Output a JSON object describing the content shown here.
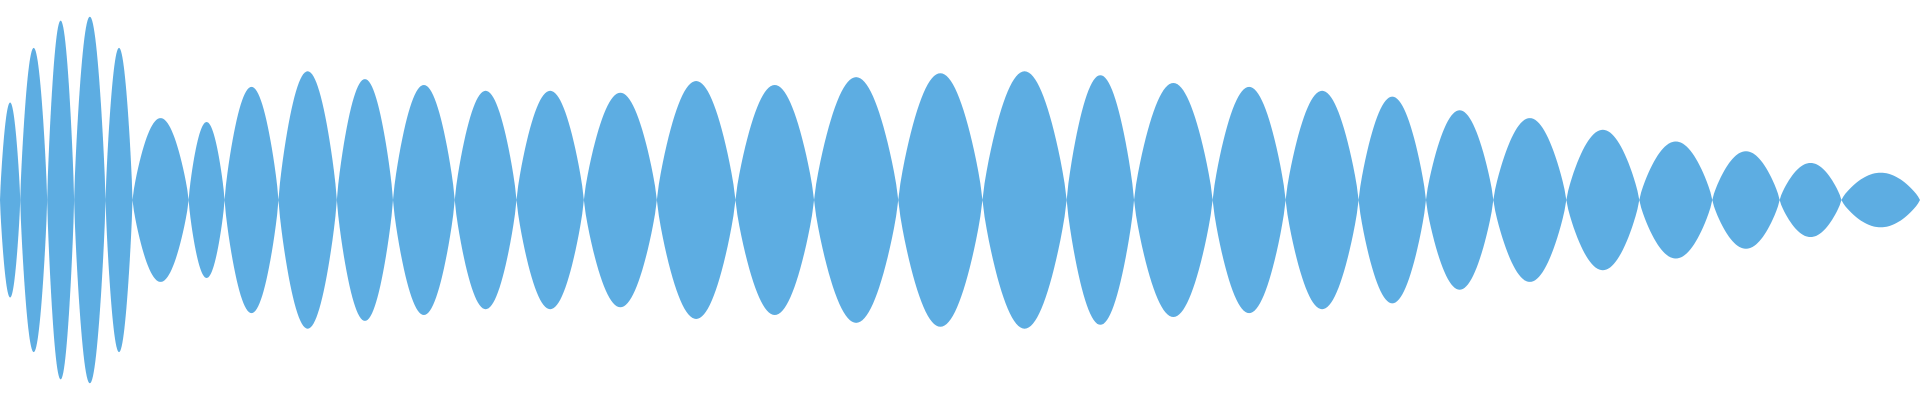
{
  "waveform": {
    "color": "#5dade2",
    "background": "#ffffff",
    "description_type": "mirrored-amplitude-envelope",
    "lobes": [
      {
        "amp": 0.5
      },
      {
        "amp": 0.78
      },
      {
        "amp": 0.92
      },
      {
        "amp": 0.94
      },
      {
        "amp": 0.78
      },
      {
        "amp": 0.42
      },
      {
        "amp": 0.4
      },
      {
        "amp": 0.58
      },
      {
        "amp": 0.66
      },
      {
        "amp": 0.62
      },
      {
        "amp": 0.59
      },
      {
        "amp": 0.56
      },
      {
        "amp": 0.56
      },
      {
        "amp": 0.55
      },
      {
        "amp": 0.61
      },
      {
        "amp": 0.59
      },
      {
        "amp": 0.63
      },
      {
        "amp": 0.65
      },
      {
        "amp": 0.66
      },
      {
        "amp": 0.64
      },
      {
        "amp": 0.6
      },
      {
        "amp": 0.58
      },
      {
        "amp": 0.56
      },
      {
        "amp": 0.53
      },
      {
        "amp": 0.46
      },
      {
        "amp": 0.42
      },
      {
        "amp": 0.36
      },
      {
        "amp": 0.3
      },
      {
        "amp": 0.25
      },
      {
        "amp": 0.19
      },
      {
        "amp": 0.14
      }
    ]
  }
}
